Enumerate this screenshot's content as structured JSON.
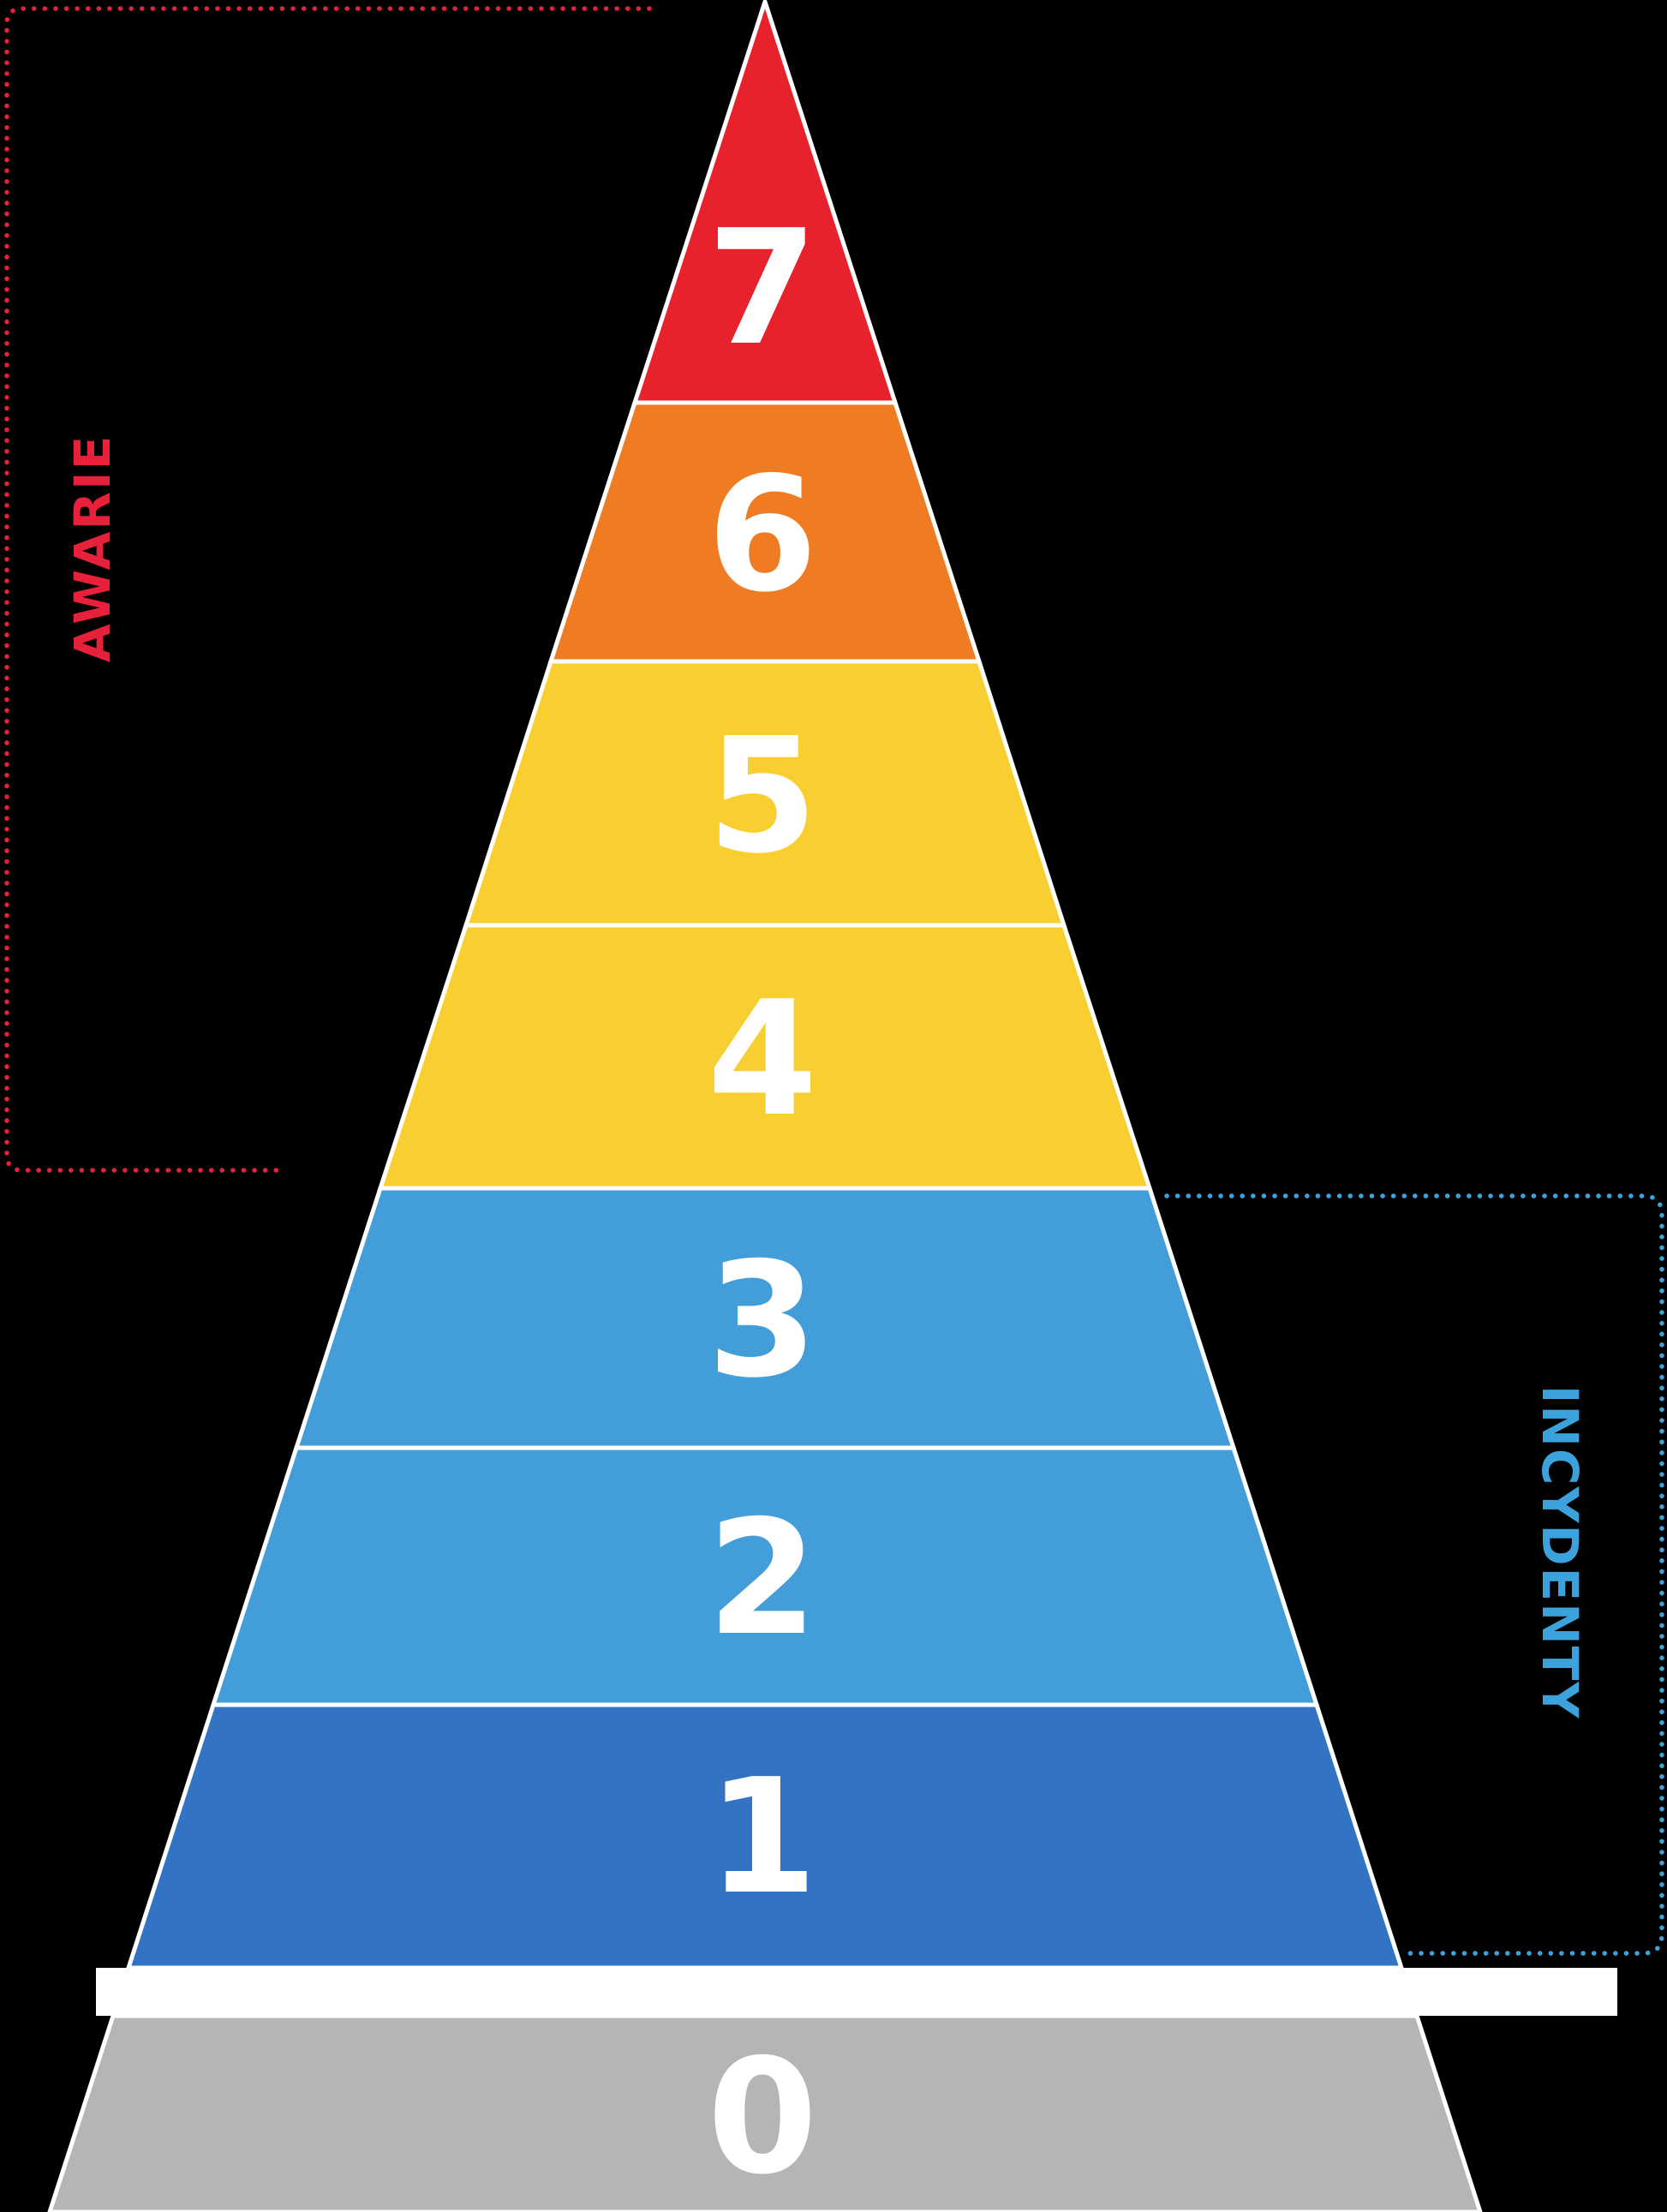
{
  "background": "#000000",
  "number_color": "#FFFFFF",
  "outline_color": "#FFFFFF",
  "levels": [
    {
      "value": "7",
      "color": "#E8222D"
    },
    {
      "value": "6",
      "color": "#EF7B22"
    },
    {
      "value": "5",
      "color": "#F9CE30"
    },
    {
      "value": "4",
      "color": "#F9CE30"
    },
    {
      "value": "3",
      "color": "#429DD8"
    },
    {
      "value": "2",
      "color": "#429DD8"
    },
    {
      "value": "1",
      "color": "#3273C4"
    },
    {
      "value": "0",
      "color": "#B5B5B5"
    }
  ],
  "sections": {
    "awarie": {
      "label": "AWARIE",
      "color": "#E62139"
    },
    "incydenty": {
      "label": "INCYDENTY",
      "color": "#3BA2DC"
    }
  },
  "divider": {
    "color": "#FFFFFF"
  }
}
